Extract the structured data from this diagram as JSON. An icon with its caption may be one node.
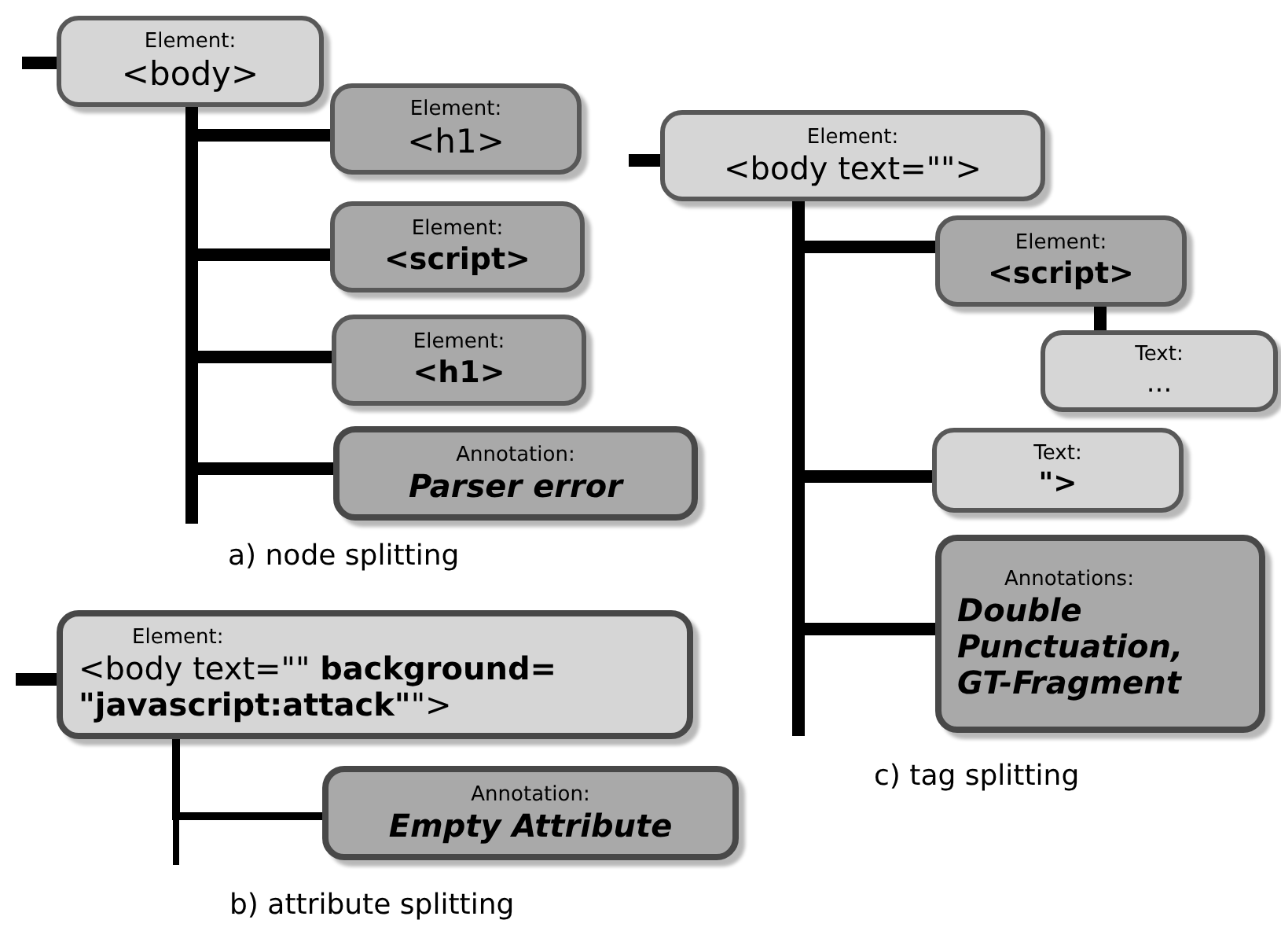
{
  "diagram": {
    "nodes": [
      {
        "text": [
          "Element:",
          "<body>"
        ]
      },
      {
        "text": [
          "Element:",
          "<h1>"
        ]
      },
      {
        "text": [
          "Element:",
          "<script>"
        ]
      },
      {
        "text": [
          "Element:",
          "<h1>"
        ]
      },
      {
        "text": [
          "Annotation:",
          "Parser error"
        ]
      },
      {
        "text": [
          "Element:",
          "<body text=\"\">"
        ]
      },
      {
        "text": [
          "Element:",
          "<script>"
        ]
      },
      {
        "text": [
          "Text:",
          "..."
        ]
      },
      {
        "text": [
          "Text:",
          "\">"
        ]
      },
      {
        "text": [
          "Annotations:",
          "Double Punctuation, GT-Fragment"
        ]
      },
      {
        "text": [
          "Element:",
          "<body text=\"\" **background= \"javascript:attack\"**\">"
        ]
      },
      {
        "text": [
          "Annotation:",
          "Empty Attribute"
        ]
      }
    ],
    "edges": [
      {
        "from": null,
        "to": 0,
        "arrow": "none"
      },
      {
        "from": 0,
        "to": 1,
        "arrow": "none"
      },
      {
        "from": 0,
        "to": 2,
        "arrow": "none"
      },
      {
        "from": 0,
        "to": 3,
        "arrow": "none"
      },
      {
        "from": 0,
        "to": 4,
        "arrow": "none"
      },
      {
        "from": null,
        "to": 5,
        "arrow": "none"
      },
      {
        "from": 5,
        "to": 6,
        "arrow": "none"
      },
      {
        "from": 6,
        "to": 7,
        "arrow": "none"
      },
      {
        "from": 5,
        "to": 8,
        "arrow": "none"
      },
      {
        "from": 5,
        "to": 9,
        "arrow": "none"
      },
      {
        "from": null,
        "to": 10,
        "arrow": "none"
      },
      {
        "from": 10,
        "to": 11,
        "arrow": "none"
      }
    ],
    "labels": [
      "a) node splitting",
      "c) tag splitting",
      "b) attribute splitting"
    ]
  }
}
